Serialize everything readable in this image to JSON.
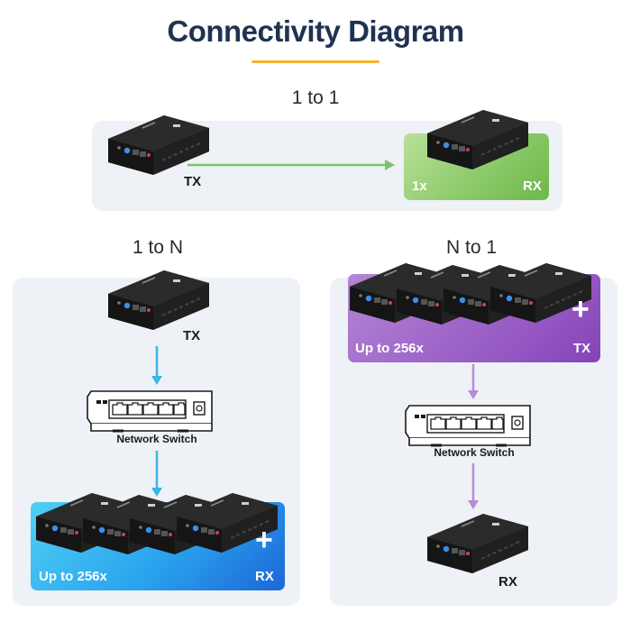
{
  "title": "Connectivity Diagram",
  "sections": {
    "one_to_one": {
      "label": "1 to 1",
      "tx_label": "TX",
      "rx_count": "1x",
      "rx_label": "RX"
    },
    "one_to_n": {
      "label": "1 to N",
      "tx_label": "TX",
      "switch_label": "Network Switch",
      "rx_count": "Up to 256x",
      "rx_label": "RX",
      "plus": "+"
    },
    "n_to_one": {
      "label": "N to 1",
      "tx_count": "Up to 256x",
      "tx_label": "TX",
      "switch_label": "Network Switch",
      "rx_label": "RX",
      "plus": "+"
    }
  },
  "colors": {
    "title": "#1f3350",
    "underline": "#f4b52b",
    "panel": "#eef1f5",
    "arrow_green": "#7cc36b",
    "arrow_blue": "#3cb6e3",
    "arrow_purple": "#b98ad9"
  }
}
